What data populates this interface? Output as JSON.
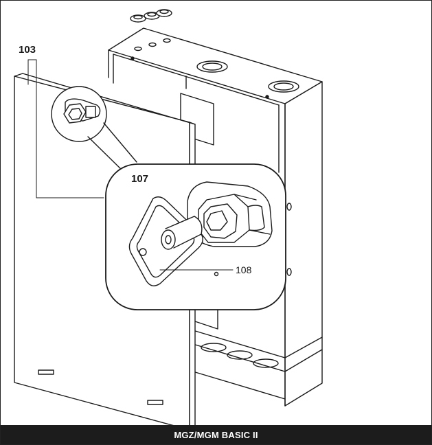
{
  "callouts": {
    "part_103": "103",
    "part_107": "107",
    "part_108": "108"
  },
  "footer": {
    "title": "MGZ/MGM BASIC II"
  },
  "colors": {
    "line": "#1a1a1a",
    "footer_bg": "#1c1c1c",
    "footer_text": "#ffffff",
    "background": "#ffffff"
  },
  "icons": {
    "cam_lock": "cam-lock-icon",
    "triangle_key": "triangle-key-icon"
  }
}
